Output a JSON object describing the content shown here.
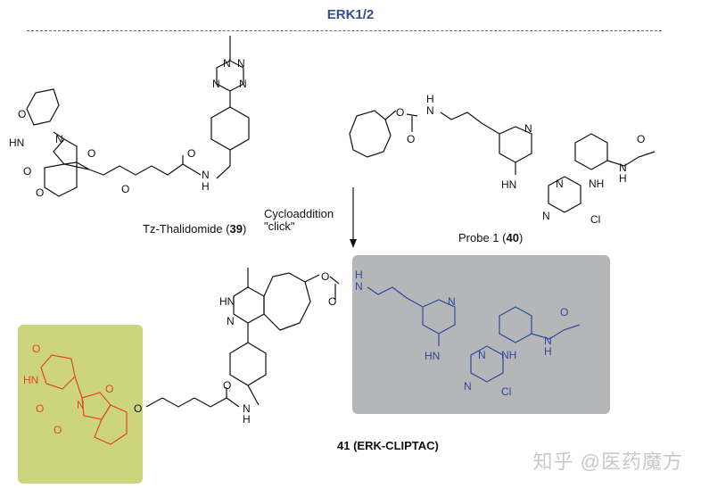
{
  "header": {
    "title": "ERK1/2"
  },
  "reactants": [
    {
      "name": "Tz-Thalidomide",
      "number": "39",
      "label_prefix": "Tz-Thalidomide (",
      "label_suffix": ")"
    },
    {
      "name": "Probe 1",
      "number": "40",
      "label_prefix": "Probe 1 (",
      "label_suffix": ")"
    }
  ],
  "reaction": {
    "line1": "Cycloaddition",
    "line2": "\"click\""
  },
  "product": {
    "label": "41 (ERK-CLIPTAC)"
  },
  "atoms": {
    "tz39": {
      "N1": "N",
      "N2": "N",
      "N3": "N",
      "N4": "N",
      "O1": "O",
      "HN": "HN",
      "O2": "O",
      "N": "N",
      "O3": "O",
      "O4": "O",
      "O5": "O",
      "O6": "O",
      "NH_N": "N",
      "NH_H": "H"
    },
    "probe40": {
      "O1": "O",
      "NH_H": "H",
      "NH_N": "N",
      "O2": "O",
      "Npy": "N",
      "HN": "HN",
      "N1": "N",
      "N2": "N",
      "NH": "NH",
      "Cl": "Cl",
      "O3": "O",
      "N3": "N",
      "H3": "H"
    },
    "p41": {
      "HN": "HN",
      "N": "N",
      "O1": "O",
      "H": "H",
      "Nc": "N",
      "O2": "O",
      "Npy": "N",
      "HN2": "HN",
      "N1": "N",
      "N2": "N",
      "NH": "NH",
      "Cl": "Cl",
      "O3": "O",
      "N3": "N",
      "H3": "H",
      "O4": "O",
      "N4": "N",
      "H4": "H",
      "Oa": "O",
      "HNg": "HN",
      "Og": "O",
      "Ng": "N",
      "Og2": "O",
      "Og3": "O",
      "Oe": "O"
    }
  },
  "colors": {
    "title": "#2f4f8f",
    "gray_box": "#b5b6b8",
    "green_box": "#ccd57e",
    "blue_struct": "#2b4aa0",
    "red_struct": "#e5432a"
  },
  "watermark": "知乎 @医药魔方"
}
